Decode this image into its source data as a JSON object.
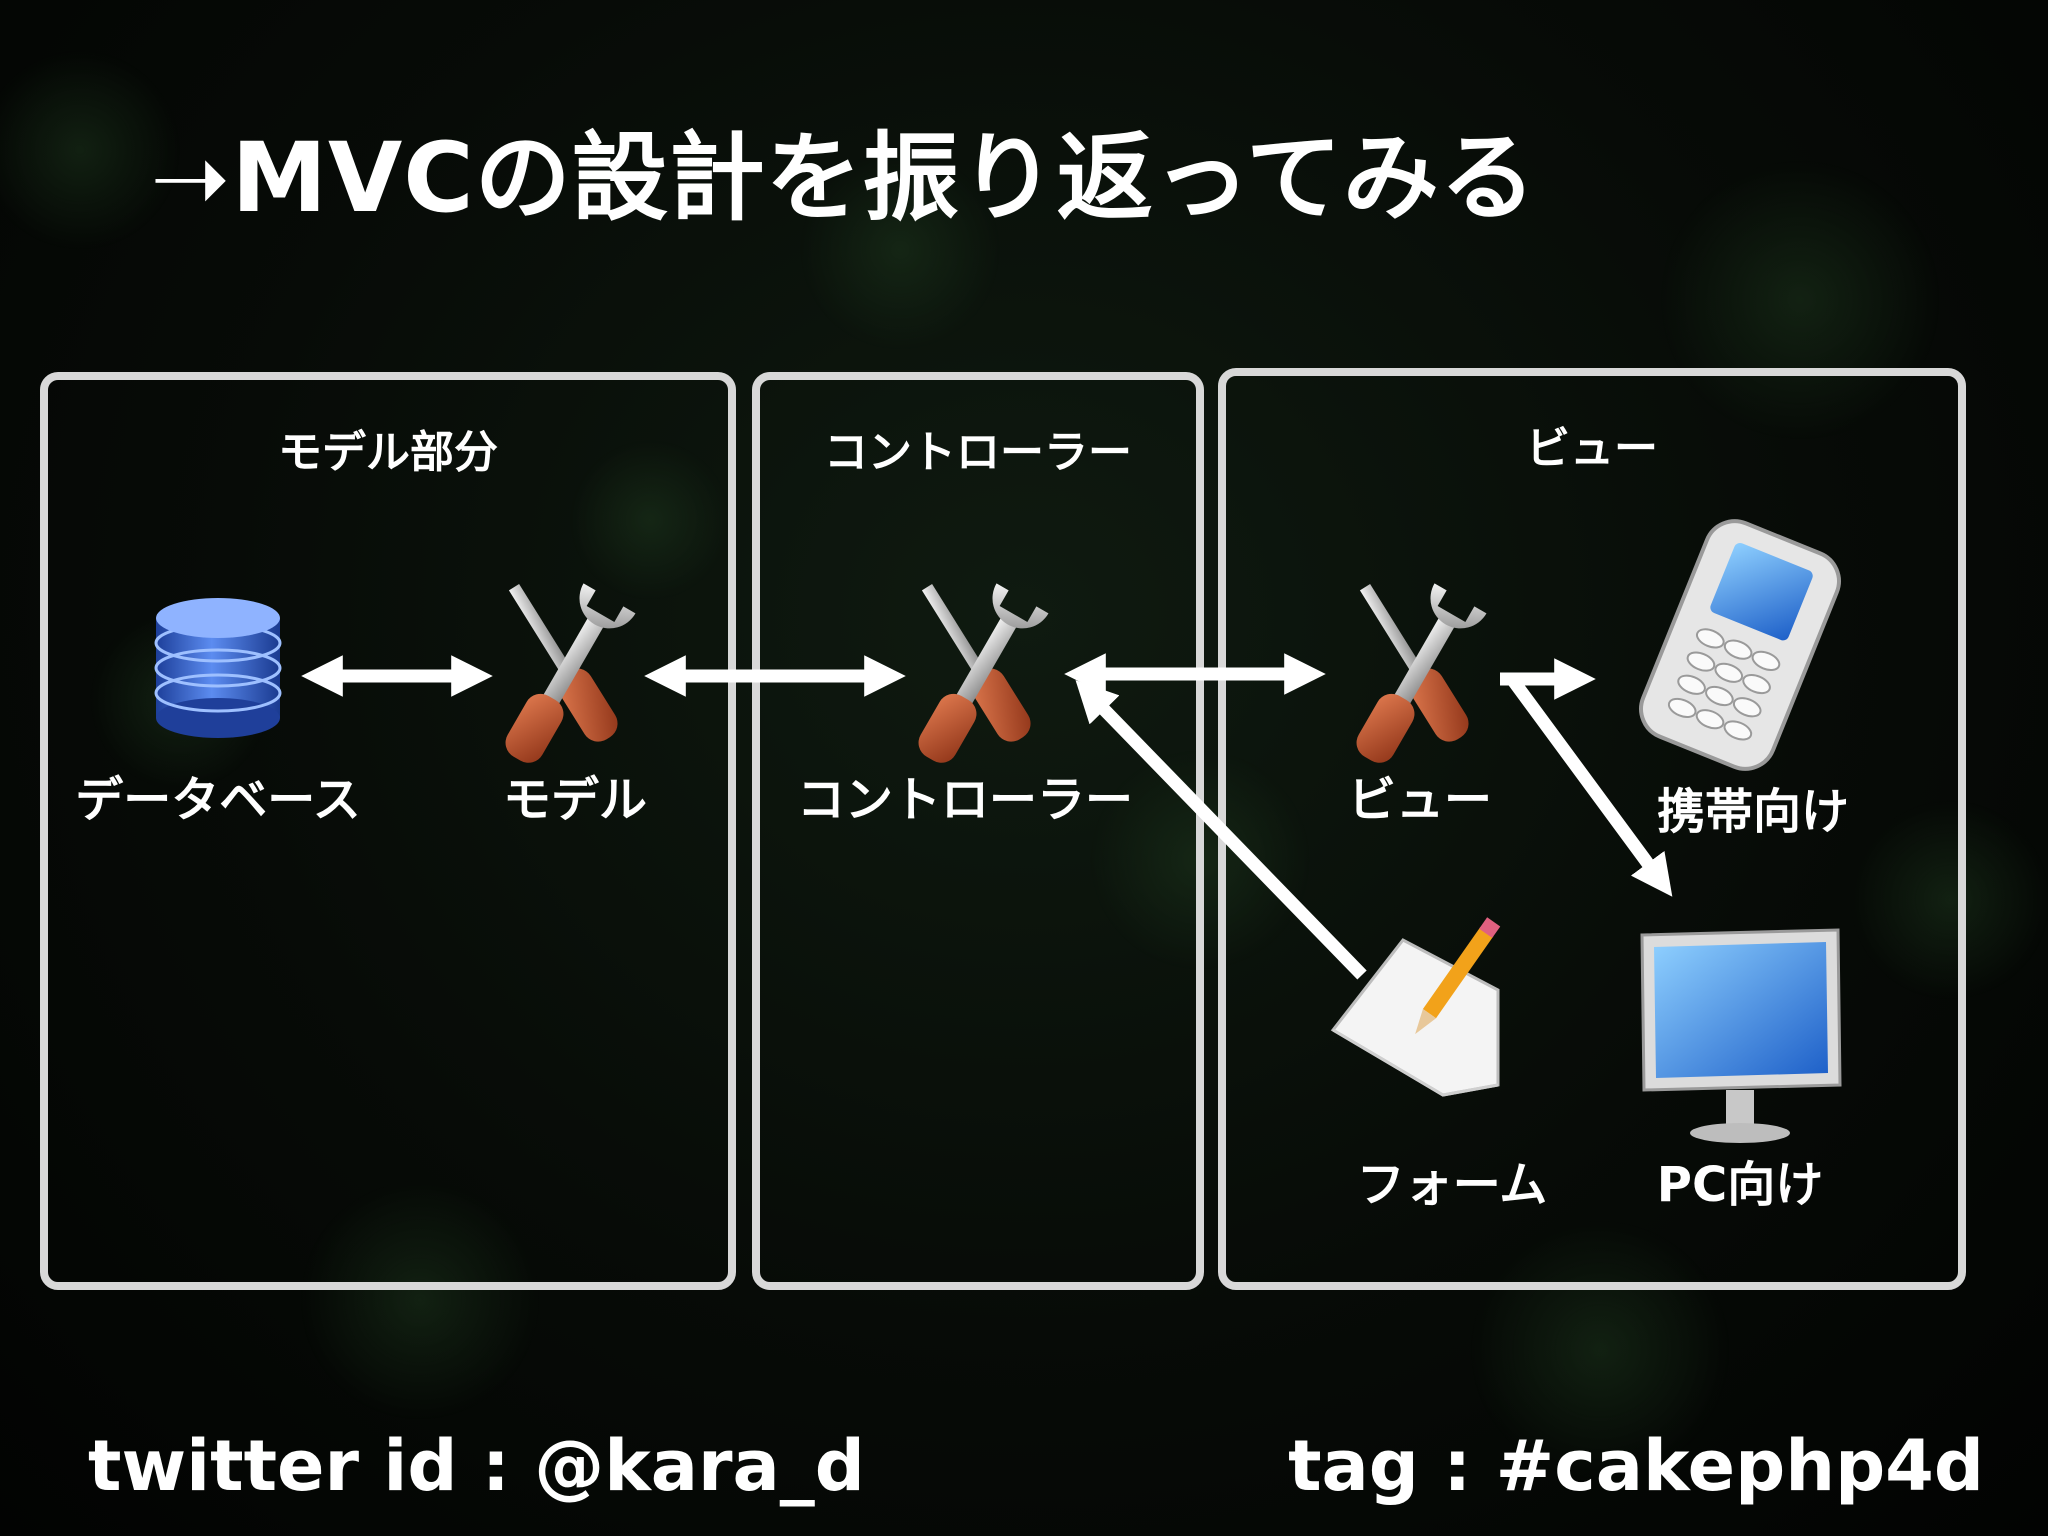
{
  "title": "➝MVCの設計を振り返ってみる",
  "panels": {
    "model": {
      "title": "モデル部分"
    },
    "controller": {
      "title": "コントローラー"
    },
    "view": {
      "title": "ビュー"
    }
  },
  "nodes": {
    "database": {
      "label": "データベース",
      "icon": "database-icon"
    },
    "model": {
      "label": "モデル",
      "icon": "tools-icon"
    },
    "controller": {
      "label": "コントローラー",
      "icon": "tools-icon"
    },
    "view": {
      "label": "ビュー",
      "icon": "tools-icon"
    },
    "mobile": {
      "label": "携帯向け",
      "icon": "mobile-phone-icon"
    },
    "pc": {
      "label": "PC向け",
      "icon": "monitor-icon"
    },
    "form": {
      "label": "フォーム",
      "icon": "form-pencil-icon"
    }
  },
  "edges": [
    {
      "from": "database",
      "to": "model",
      "direction": "both"
    },
    {
      "from": "model",
      "to": "controller",
      "direction": "both"
    },
    {
      "from": "controller",
      "to": "view",
      "direction": "both"
    },
    {
      "from": "view",
      "to": "mobile",
      "direction": "forward"
    },
    {
      "from": "view",
      "to": "pc",
      "direction": "forward"
    },
    {
      "from": "form",
      "to": "controller",
      "direction": "forward"
    }
  ],
  "footer": {
    "left": "twitter id : @kara_d",
    "right": "tag : #cakephp4d"
  },
  "colors": {
    "panel_border": "#d8d8d8",
    "arrow": "#ffffff",
    "tool_handle": "#c0532d",
    "database": "#3a6fd8",
    "screen": "#2f7fe0"
  }
}
